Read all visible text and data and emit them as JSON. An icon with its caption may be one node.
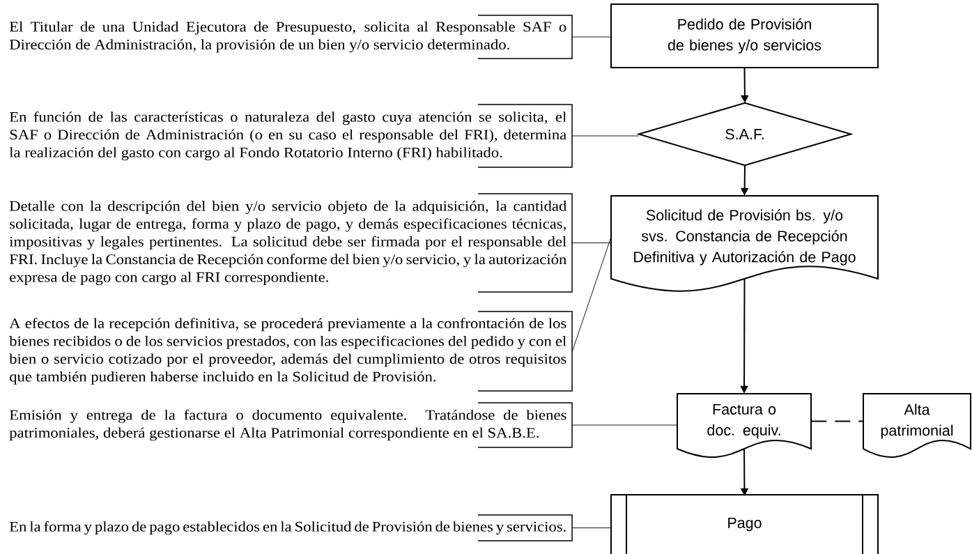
{
  "diagram": {
    "nodes": [
      {
        "text": [
          "Pedido de Provisión de bienes y/o servicios"
        ]
      },
      {
        "text": [
          "S.A.F."
        ]
      },
      {
        "text": [
          "Solicitud de Provisión bs. y/o svs. Constancia de Recepción Definitiva y Autorización de Pago"
        ]
      },
      {
        "text": [
          "Factura o doc. equiv."
        ]
      },
      {
        "text": [
          "Alta patrimonial"
        ]
      },
      {
        "text": [
          "Pago"
        ]
      },
      {
        "text": [
          "El Titular de una Unidad Ejecutora de Presupuesto, solicita al Responsable SAF o Dirección de Administración, la provisión de un bien y/o servicio determinado."
        ]
      },
      {
        "text": [
          "En función de las características o naturaleza del gasto cuya atención se solicita, el SAF o Dirección de Administración (o en su caso el responsable del FRI), determina la realización del gasto con cargo al Fondo Rotatorio Interno (FRI) habilitado."
        ]
      },
      {
        "text": [
          "Detalle con la descripción del bien y/o servicio objeto de la adquisición, la cantidad solicitada, lugar de entrega, forma y plazo de pago, y demás especificaciones técnicas, impositivas y legales pertinentes. La solicitud debe ser firmada por el responsable del FRI. Incluye la Constancia de Recepción conforme del bien y/o servicio, y la autorización expresa de pago con cargo al FRI correspondiente."
        ]
      },
      {
        "text": [
          "A efectos de la recepción definitiva, se procederá previamente a la confrontación de los bienes recibidos o de los servicios prestados, con las especificaciones del pedido y con el bien o servicio cotizado por el proveedor, además del cumplimiento de otros requisitos que también pudieren haberse incluido en la Solicitud de Provisión."
        ]
      },
      {
        "text": [
          "Emisión y entrega de la factura o documento equivalente. Tratándose de bienes patrimoniales, deberá gestionarse el Alta Patrimonial correspondiente en el SA.B.E."
        ]
      },
      {
        "text": [
          "En la forma y plazo de pago establecidos en la Solicitud de Provisión de bienes y servicios."
        ]
      }
    ],
    "edges": [
      {
        "from": 0,
        "to": 1,
        "arrow": "to"
      },
      {
        "from": 1,
        "to": 2,
        "arrow": "to"
      },
      {
        "from": 2,
        "to": 3,
        "arrow": "to"
      },
      {
        "from": 3,
        "to": 5,
        "arrow": "to"
      },
      {
        "from": 3,
        "to": 4,
        "arrow": "none",
        "style": "dashed"
      },
      {
        "from": 6,
        "to": 0,
        "arrow": "none"
      },
      {
        "from": 7,
        "to": 1,
        "arrow": "none"
      },
      {
        "from": 8,
        "to": 2,
        "arrow": "none"
      },
      {
        "from": 9,
        "to": 2,
        "arrow": "none"
      },
      {
        "from": 10,
        "to": 3,
        "arrow": "none"
      },
      {
        "from": 11,
        "to": 5,
        "arrow": "none"
      }
    ]
  }
}
